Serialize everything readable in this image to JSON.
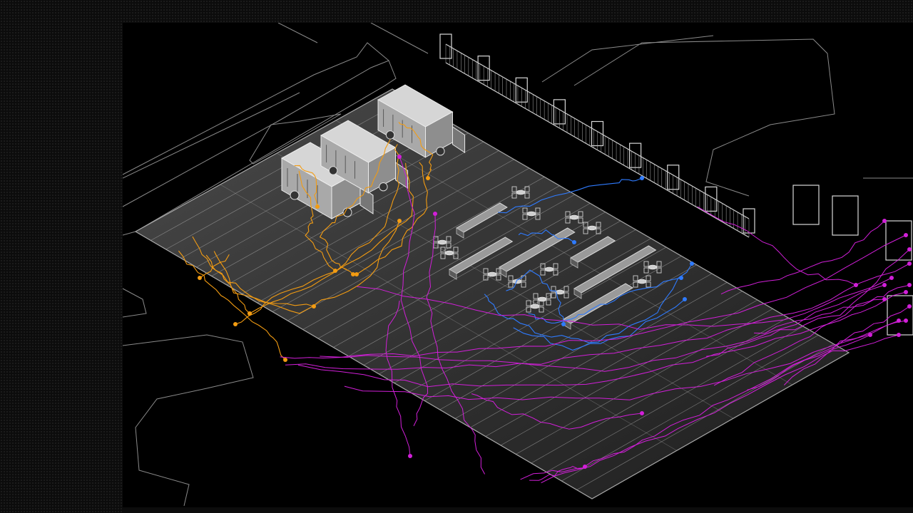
{
  "colors": {
    "background": "#000000",
    "plaza_fill": "#3a3a3a",
    "plaza_line": "#a8a8a8",
    "outline": "#8a8a8a",
    "food_truck_paths": "#f39c12",
    "seating_paths": "#2f7bff",
    "pass_through_paths": "#d21fd9",
    "object_fill": "#cfcfcf"
  },
  "layers": [
    "plaza-grid",
    "food-trucks",
    "tables-and-chairs",
    "fence",
    "orange-paths",
    "blue-paths",
    "magenta-paths"
  ],
  "icons": [
    "food-truck-icon",
    "chair-icon",
    "fence-icon",
    "bench-icon"
  ]
}
